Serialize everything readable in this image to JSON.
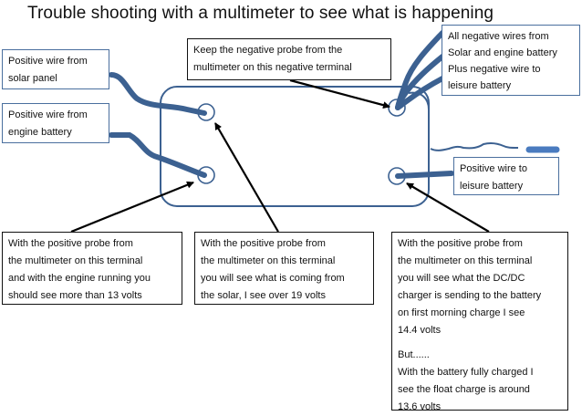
{
  "title": "Trouble shooting with a multimeter to see what is happening",
  "colors": {
    "wire": "#3c6191",
    "wire_light": "#4a7bbf",
    "outline": "#3c6191",
    "arrow": "#000000"
  },
  "labels": {
    "solar_positive": [
      "Positive wire from",
      "solar panel"
    ],
    "engine_positive": [
      "Positive wire from",
      "engine battery"
    ],
    "negative_probe": [
      "Keep the negative probe from the",
      "multimeter on this negative terminal"
    ],
    "all_negatives": [
      "All negative wires from",
      "Solar and engine battery",
      "Plus negative wire to",
      "leisure battery"
    ],
    "leisure_positive": [
      "Positive wire to",
      "leisure battery"
    ]
  },
  "notes": {
    "engine": [
      "With the positive probe from",
      "the multimeter on this terminal",
      "and with the engine running you",
      "should see more than 13 volts"
    ],
    "solar": [
      "With the positive probe from",
      "the multimeter on this terminal",
      "you will see what is coming from",
      "the solar, I see over 19 volts"
    ],
    "dcdc": {
      "part1": [
        "With the positive probe from",
        "the multimeter on this terminal",
        "you will see what the DC/DC",
        "charger is sending to the battery",
        "on first morning charge I see",
        "14.4 volts"
      ],
      "part2": [
        "But......",
        "With the battery fully charged I",
        "see the float charge is around",
        "13.6 volts"
      ]
    }
  },
  "readings": {
    "engine_running_min_volts": 13,
    "solar_volts_over": 19,
    "dcdc_morning_charge_volts": 14.4,
    "float_charge_volts": 13.6
  }
}
